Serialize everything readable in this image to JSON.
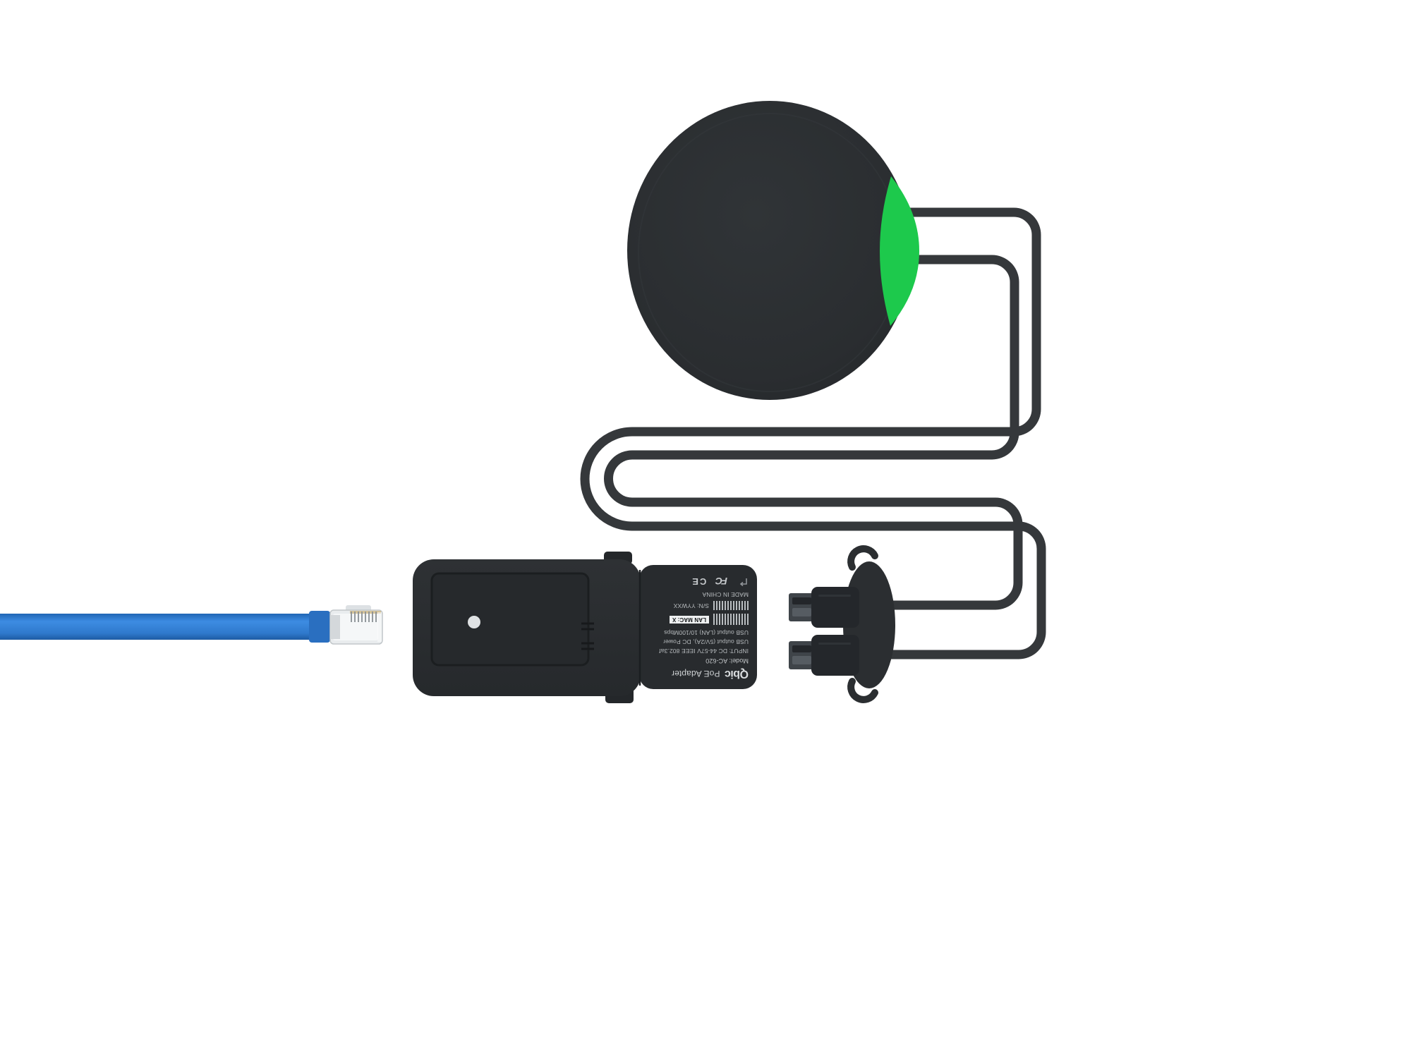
{
  "colors": {
    "background": "#ffffff",
    "device_body": "#2b2e31",
    "accent_green": "#1dc94c",
    "cable_dark": "#35383b",
    "ethernet_blue": "#3584da",
    "label_text": "#b7bbbe"
  },
  "puck": {
    "description": "Round black puck device seen from above with green status window",
    "accent": "green window"
  },
  "adapter": {
    "label": {
      "brand": "Qbic",
      "product": "PoE Adapter",
      "model": "Model: AC-620",
      "input": "INPUT: DC 44-57V IEEE 802.3af",
      "usb_power": "USB output (5V/2A), DC Power",
      "usb_lan": "USB output (LAN) 10/100Mbps",
      "lan_mac": "LAN MAC: X",
      "serial": "S/N: YYWXX",
      "made_in": "MADE IN CHINA",
      "fcc_mark": "FC",
      "ce_mark": "CE"
    }
  },
  "connector_block": {
    "description": "Round bracket holding two USB plugs on a forked cable"
  },
  "ethernet": {
    "description": "Flat blue Ethernet cable with clear RJ45 connector"
  }
}
